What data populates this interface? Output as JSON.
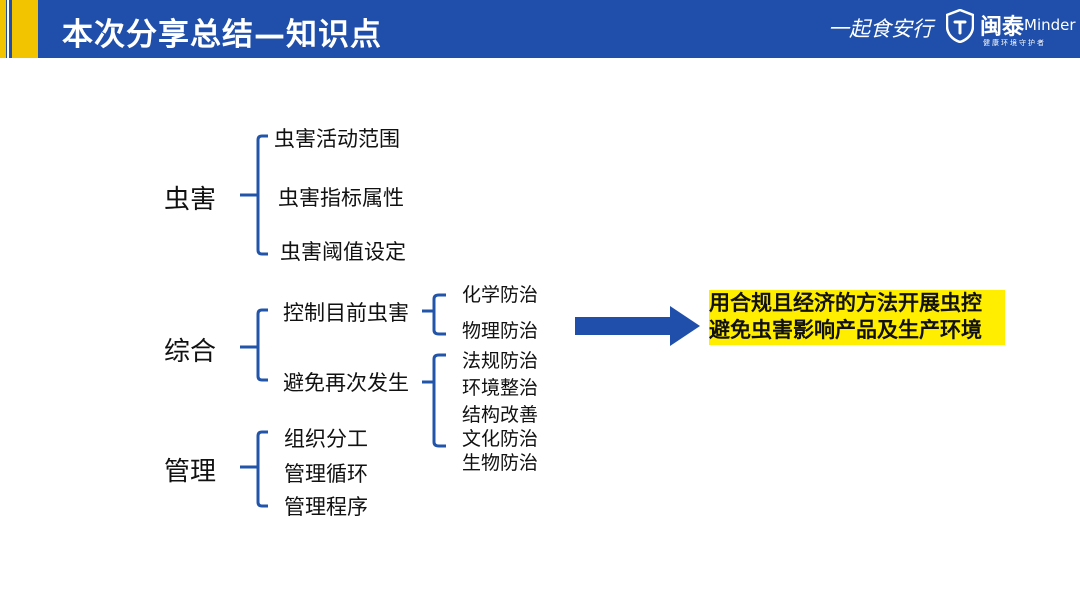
{
  "header": {
    "title": "本次分享总结—知识点",
    "slogan": "一起食安行",
    "brand_cn": "闽泰",
    "brand_en": "Minder",
    "brand_tagline": "健康环境守护者"
  },
  "colors": {
    "header_bg": "#1f4faa",
    "accent_yellow": "#f2c400",
    "bracket_line": "#2255aa",
    "arrow": "#1f4faa",
    "highlight": "#ffee00"
  },
  "tree": {
    "pest": {
      "label": "虫害",
      "children": [
        "虫害活动范围",
        "虫害指标属性",
        "虫害阈值设定"
      ]
    },
    "integrated": {
      "label": "综合",
      "control": {
        "label": "控制目前虫害",
        "children": [
          "化学防治",
          "物理防治"
        ]
      },
      "prevent": {
        "label": "避免再次发生",
        "children": [
          "法规防治",
          "环境整治",
          "结构改善",
          "文化防治",
          "生物防治"
        ]
      }
    },
    "management": {
      "label": "管理",
      "children": [
        "组织分工",
        "管理循环",
        "管理程序"
      ]
    }
  },
  "result": {
    "line1": "用合规且经济的方法开展虫控",
    "line2": "避免虫害影响产品及生产环境"
  }
}
